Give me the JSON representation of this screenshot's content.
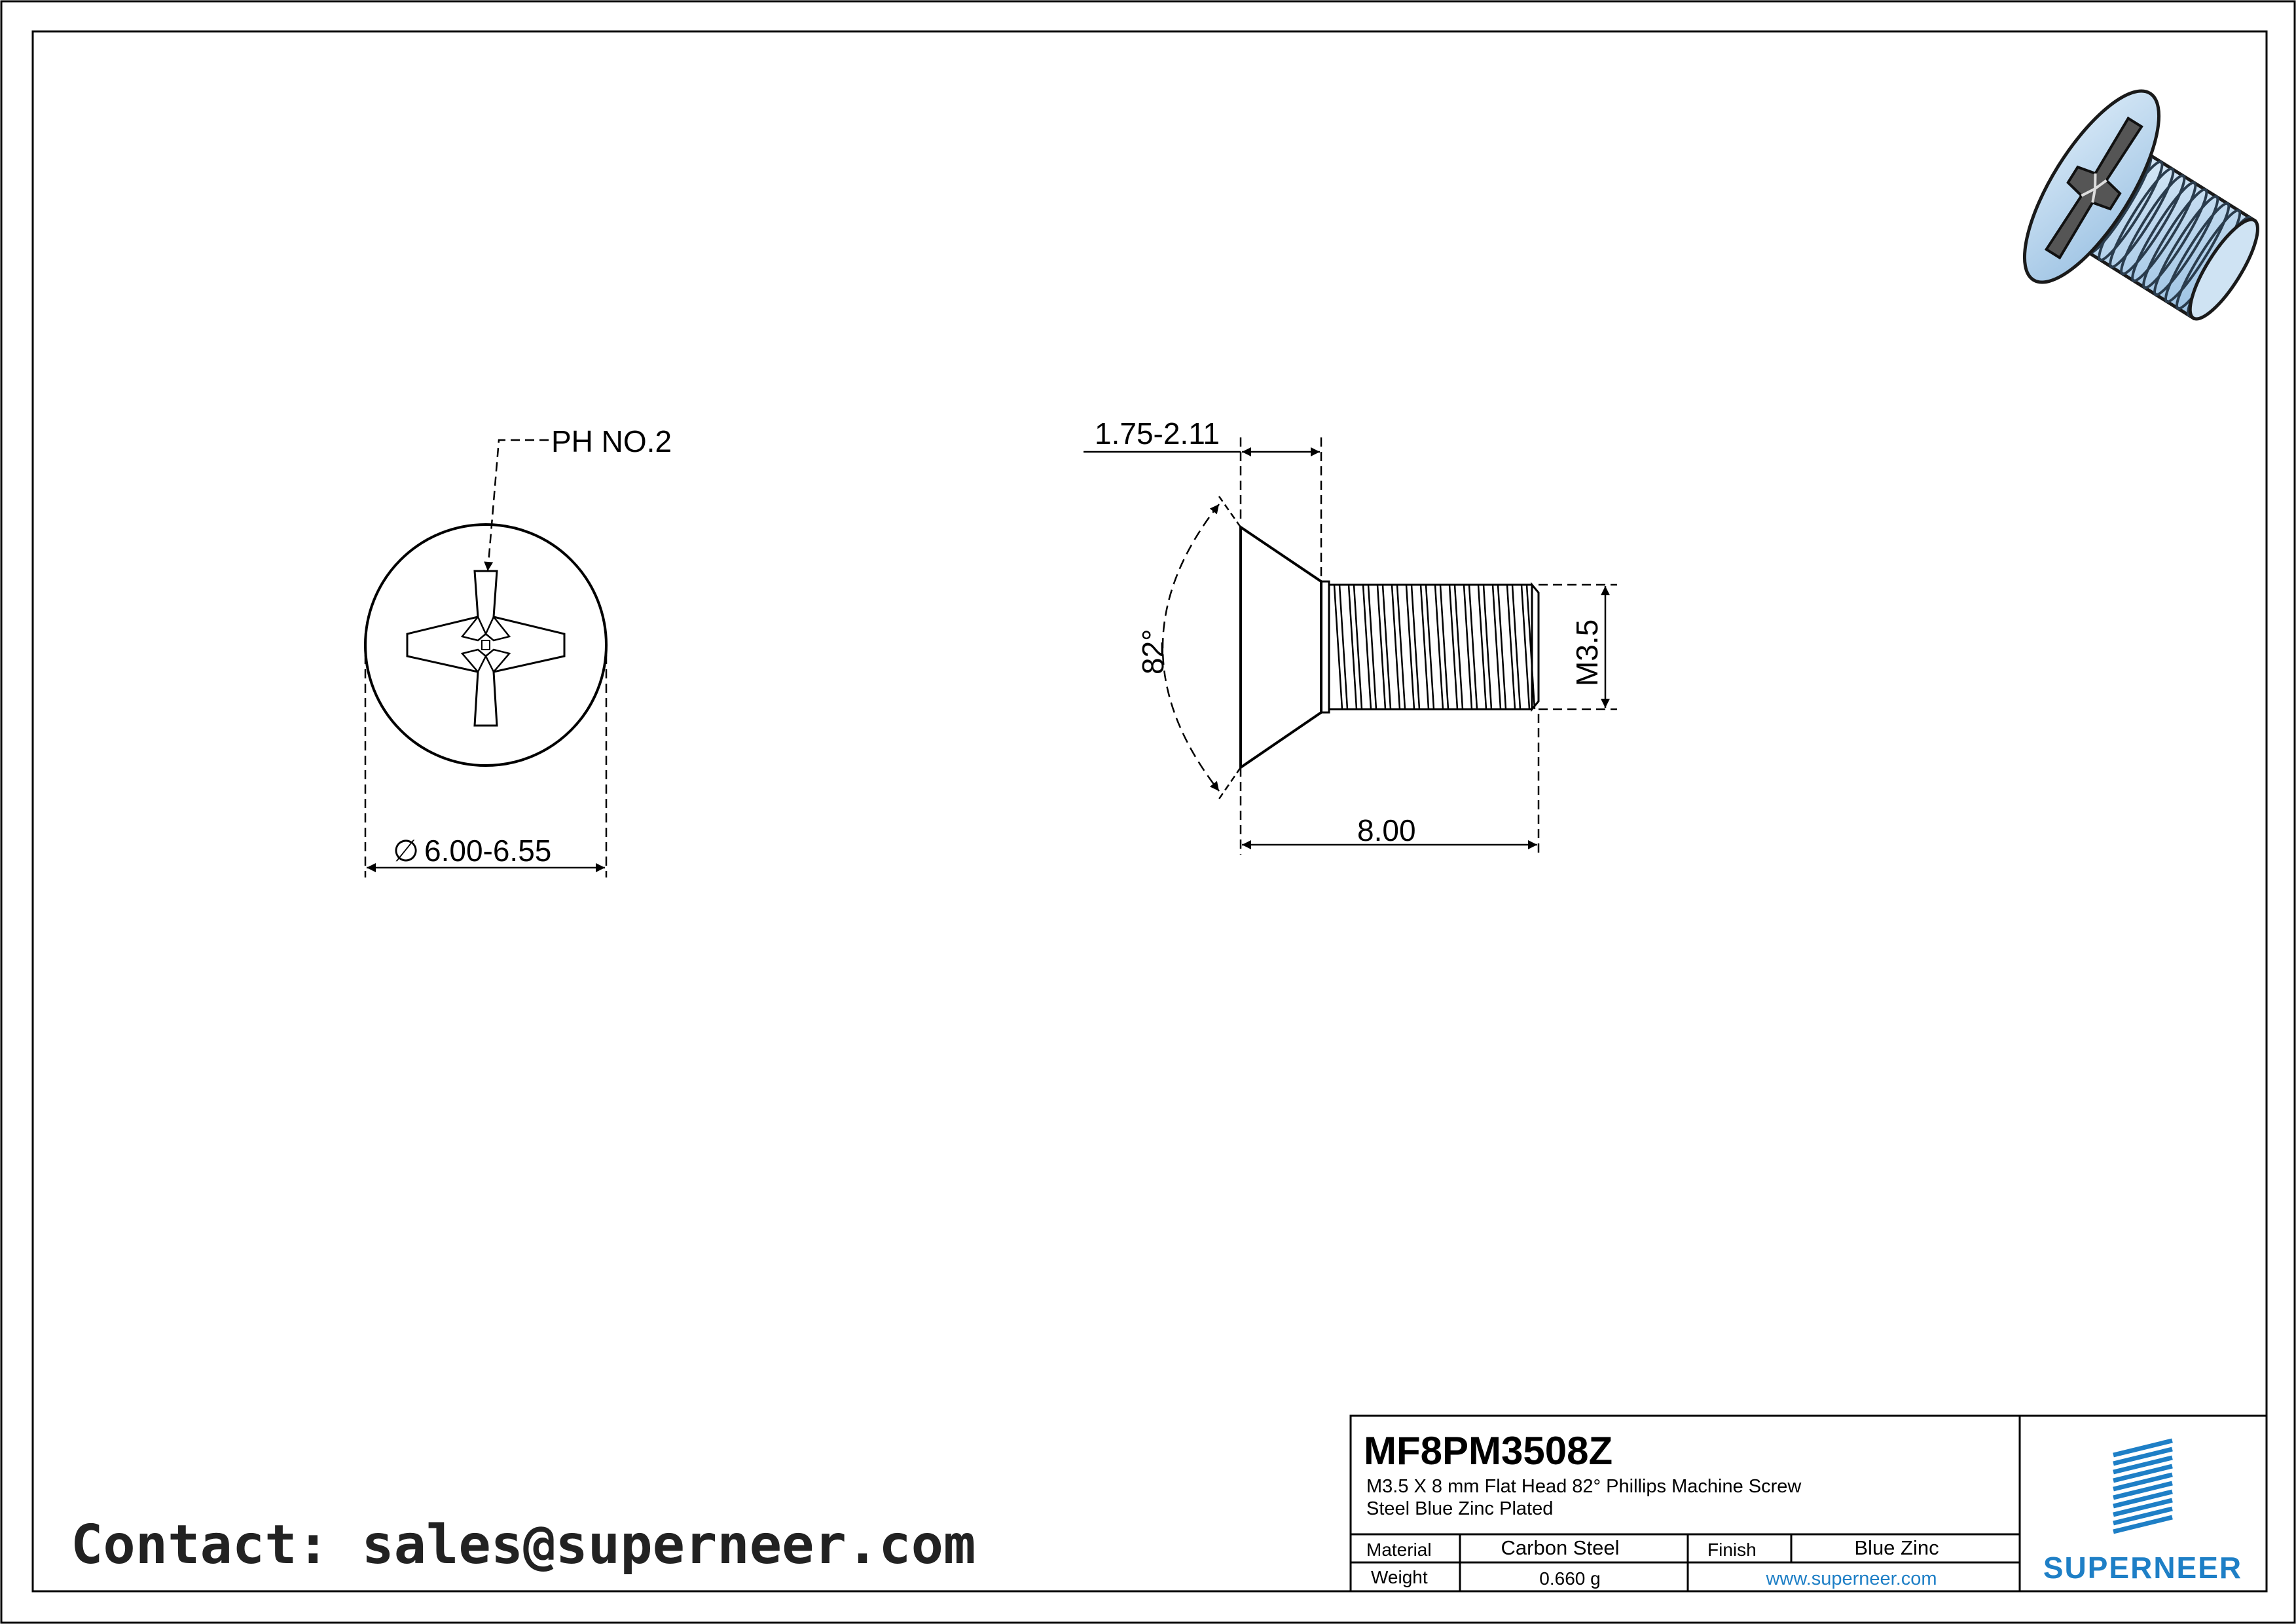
{
  "drawing": {
    "drive_callout": "PH NO.2",
    "head_diameter": "6.00-6.55",
    "diameter_symbol": "∅",
    "head_height": "1.75-2.11",
    "head_angle": "82°",
    "thread_size": "M3.5",
    "length": "8.00"
  },
  "title_block": {
    "part_number": "MF8PM3508Z",
    "description_line1": "M3.5 X 8 mm  Flat Head 82° Phillips Machine Screw",
    "description_line2": "Steel Blue Zinc Plated",
    "material_label": "Material",
    "material_value": "Carbon Steel",
    "finish_label": "Finish",
    "finish_value": "Blue Zinc",
    "weight_label": "Weight",
    "weight_value": "0.660 g",
    "website": "www.superneer.com",
    "brand": "SUPERNEER"
  },
  "contact": "Contact: sales@superneer.com",
  "colors": {
    "brand_blue": "#1e7fc6",
    "zinc_blue": "#bcd8ee",
    "line": "#000000"
  },
  "icons": {
    "brand_logo": "stacked-diagonal-lines-logo",
    "preview": "screw-isometric-icon"
  }
}
